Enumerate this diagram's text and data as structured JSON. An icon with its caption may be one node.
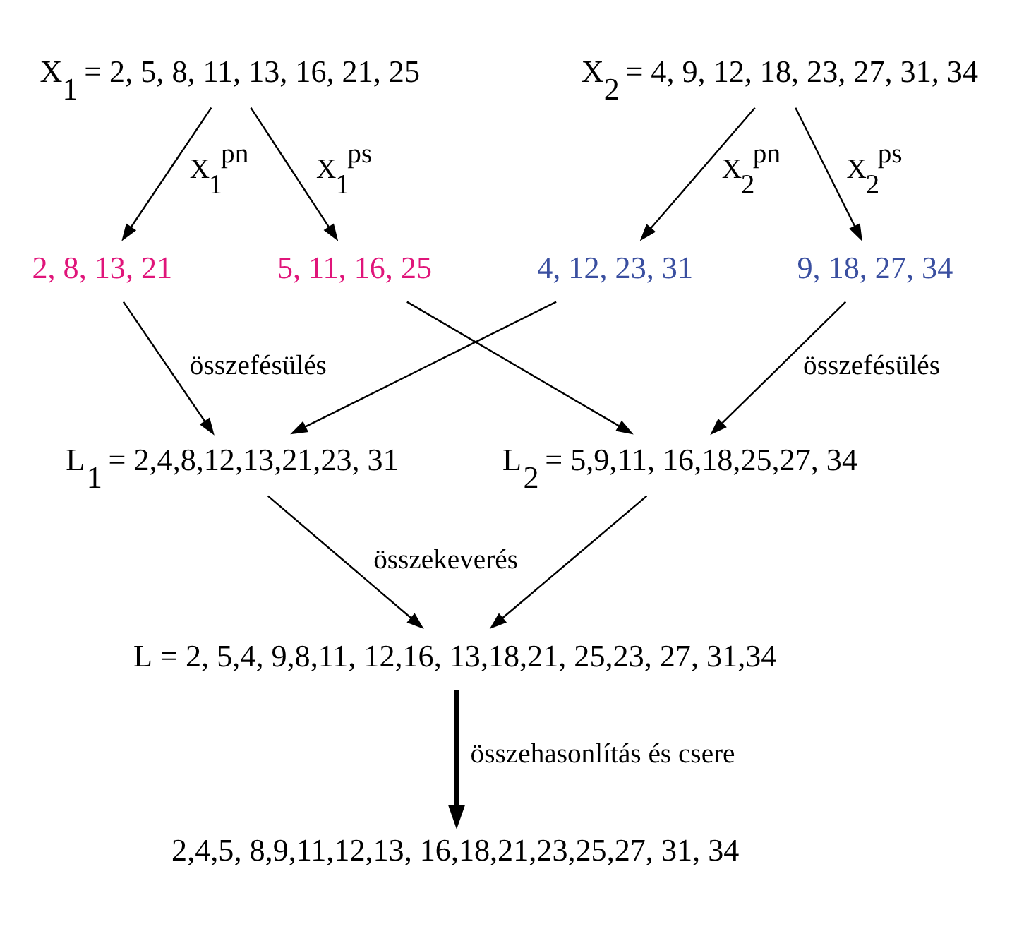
{
  "diagram": {
    "nodes": [
      {
        "text": [
          "X$_{1}$ = 2, 5, 8, 11, 13, 16, 21, 25"
        ]
      },
      {
        "text": [
          "X$_{2}$ = 4, 9, 12, 18, 23, 27, 31, 34"
        ]
      },
      {
        "text": [
          "2, 8, 13, 21"
        ]
      },
      {
        "text": [
          "5, 11, 16, 25"
        ]
      },
      {
        "text": [
          "4, 12, 23, 31"
        ]
      },
      {
        "text": [
          "9, 18, 27, 34"
        ]
      },
      {
        "text": [
          "L$_{1}$ = 2,4,8,12,13,21,23, 31"
        ]
      },
      {
        "text": [
          "L$_{2}$ = 5,9,11, 16,18,25,27, 34"
        ]
      },
      {
        "text": [
          "L = 2, 5,4, 9,8,11, 12,16, 13,18,21, 25,23, 27, 31,34"
        ]
      },
      {
        "text": [
          "2,4,5, 8,9,11,12,13, 16,18,21,23,25,27, 31, 34"
        ]
      }
    ],
    "edges": [
      {
        "from": 0,
        "to": 2,
        "arrow": "to",
        "label": "X$_{1}$$^{pn}$"
      },
      {
        "from": 0,
        "to": 3,
        "arrow": "to",
        "label": "X$_{1}$$^{ps}$"
      },
      {
        "from": 1,
        "to": 4,
        "arrow": "to",
        "label": "X$_{2}$$^{pn}$"
      },
      {
        "from": 1,
        "to": 5,
        "arrow": "to",
        "label": "X$_{2}$$^{ps}$"
      },
      {
        "from": 2,
        "to": 6,
        "arrow": "to",
        "label": "összefésülés"
      },
      {
        "from": 4,
        "to": 6,
        "arrow": "to"
      },
      {
        "from": 3,
        "to": 7,
        "arrow": "to"
      },
      {
        "from": 5,
        "to": 7,
        "arrow": "to",
        "label": "összefésülés"
      },
      {
        "from": 6,
        "to": 8,
        "arrow": "to",
        "label": "összekeverés"
      },
      {
        "from": 7,
        "to": 8,
        "arrow": "to"
      },
      {
        "from": 8,
        "to": 9,
        "arrow": "to",
        "style": "thick",
        "label": "összehasonlítás és csere"
      }
    ]
  }
}
